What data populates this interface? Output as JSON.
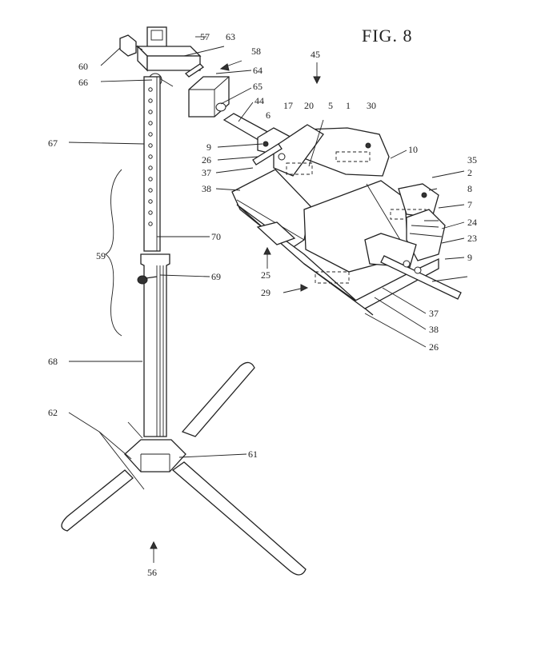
{
  "figure": {
    "title": "FIG. 8"
  },
  "labels": {
    "l1": "1",
    "l2": "2",
    "l5": "5",
    "l6": "6",
    "l7": "7",
    "l8": "8",
    "l9a": "9",
    "l9b": "9",
    "l10": "10",
    "l17": "17",
    "l20": "20",
    "l23": "23",
    "l24": "24",
    "l25": "25",
    "l26a": "26",
    "l26b": "26",
    "l29": "29",
    "l30": "30",
    "l35": "35",
    "l37a": "37",
    "l37b": "37",
    "l38a": "38",
    "l38b": "38",
    "l44": "44",
    "l45": "45",
    "l56": "56",
    "l57": "57",
    "l58": "58",
    "l59": "59",
    "l60": "60",
    "l61": "61",
    "l62": "62",
    "l63": "63",
    "l64": "64",
    "l65": "65",
    "l66": "66",
    "l67": "67",
    "l68": "68",
    "l69": "69",
    "l70": "70"
  }
}
